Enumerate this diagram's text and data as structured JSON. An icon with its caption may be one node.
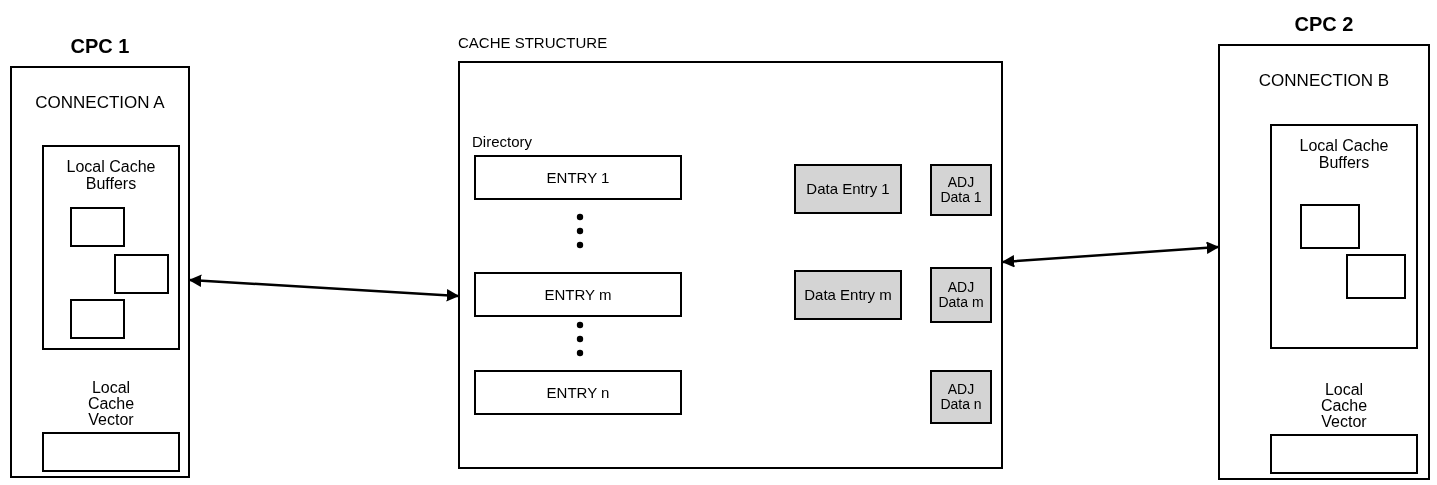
{
  "diagram": {
    "nodes": [
      {
        "text": [
          "CPC 1",
          "CONNECTION A"
        ]
      },
      {
        "text": [
          "Local Cache Buffers"
        ],
        "in": 0
      },
      {
        "text": [],
        "shape": "box",
        "in": 1
      },
      {
        "text": [],
        "shape": "box",
        "in": 1
      },
      {
        "text": [],
        "shape": "box",
        "in": 1
      },
      {
        "text": [
          "Local Cache Vector"
        ],
        "in": 0
      },
      {
        "text": [
          "CACHE STRUCTURE",
          "Directory"
        ]
      },
      {
        "text": [
          "ENTRY 1"
        ],
        "in": 6
      },
      {
        "text": [
          "Data Entry 1"
        ],
        "in": 6
      },
      {
        "text": [
          "ADJ Data 1"
        ],
        "in": 6
      },
      {
        "text": [
          "ENTRY m"
        ],
        "in": 6
      },
      {
        "text": [
          "Data Entry m"
        ],
        "in": 6
      },
      {
        "text": [
          "ADJ Data m"
        ],
        "in": 6
      },
      {
        "text": [
          "ENTRY n"
        ],
        "in": 6
      },
      {
        "text": [
          "ADJ Data n"
        ],
        "in": 6
      },
      {
        "text": [
          "CPC 2",
          "CONNECTION B"
        ]
      },
      {
        "text": [
          "Local Cache Buffers"
        ],
        "in": 15
      },
      {
        "text": [],
        "shape": "box",
        "in": 16
      },
      {
        "text": [],
        "shape": "box",
        "in": 16
      },
      {
        "text": [
          "Local Cache Vector"
        ],
        "in": 15
      }
    ],
    "edges": [
      {
        "from": 0,
        "to": 6,
        "arrow": "both"
      },
      {
        "from": 6,
        "to": 15,
        "arrow": "both"
      }
    ]
  }
}
